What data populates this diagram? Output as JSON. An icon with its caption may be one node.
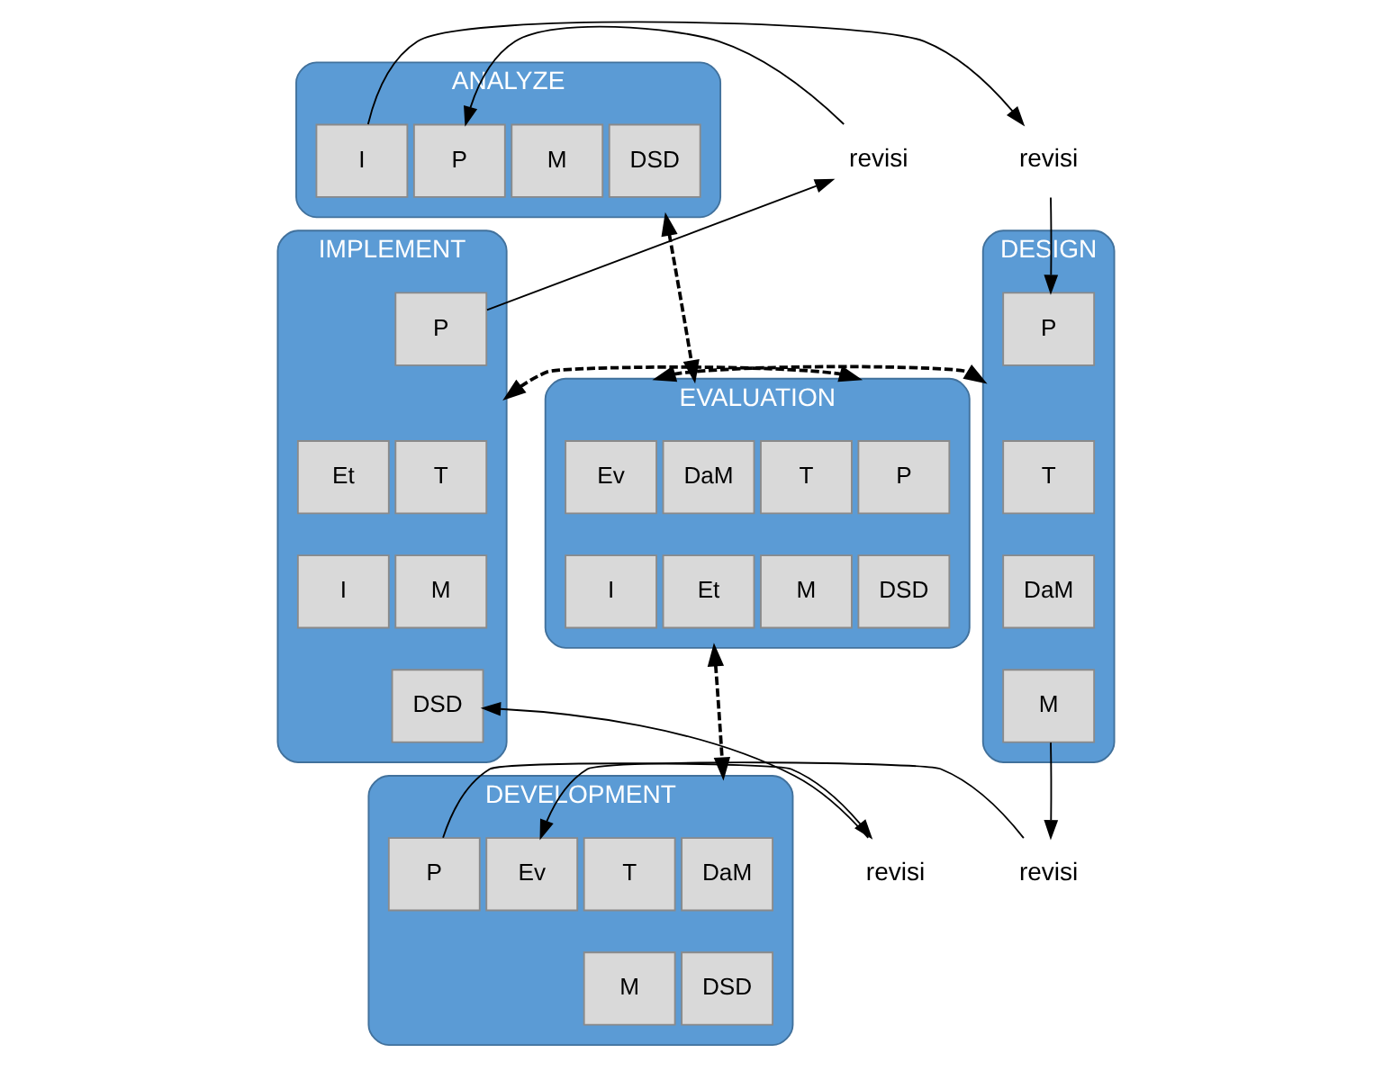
{
  "diagram": {
    "nodes": [
      {
        "text": [
          "ANALYZE"
        ]
      },
      {
        "text": [
          "P"
        ],
        "in": 0
      },
      {
        "text": [
          "M"
        ],
        "in": 0
      },
      {
        "text": [
          "DSD"
        ],
        "in": 0
      },
      {
        "text": [
          "I"
        ],
        "in": 0
      },
      {
        "text": [
          "revisi"
        ]
      },
      {
        "text": [
          "revisi"
        ]
      },
      {
        "text": [
          "IMPLEMENT"
        ]
      },
      {
        "text": [
          "P"
        ],
        "in": 7
      },
      {
        "text": [
          "Et"
        ],
        "in": 7
      },
      {
        "text": [
          "T"
        ],
        "in": 7
      },
      {
        "text": [
          "I"
        ],
        "in": 7
      },
      {
        "text": [
          "M"
        ],
        "in": 7
      },
      {
        "text": [
          "DSD"
        ],
        "in": 7
      },
      {
        "text": [
          "EVALUATION"
        ]
      },
      {
        "text": [
          "P"
        ],
        "in": 14
      },
      {
        "text": [
          "T"
        ],
        "in": 14
      },
      {
        "text": [
          "DaM"
        ],
        "in": 14
      },
      {
        "text": [
          "Ev"
        ],
        "in": 14
      },
      {
        "text": [
          "M"
        ],
        "in": 14
      },
      {
        "text": [
          "DSD"
        ],
        "in": 14
      },
      {
        "text": [
          "Et"
        ],
        "in": 14
      },
      {
        "text": [
          "I"
        ],
        "in": 14
      },
      {
        "text": [
          "DESIGN"
        ]
      },
      {
        "text": [
          "P"
        ],
        "in": 23
      },
      {
        "text": [
          "T"
        ],
        "in": 23
      },
      {
        "text": [
          "DaM"
        ],
        "in": 23
      },
      {
        "text": [
          "M"
        ],
        "in": 23
      },
      {
        "text": [
          "revisi"
        ]
      },
      {
        "text": [
          "revisi"
        ]
      },
      {
        "text": [
          "DEVELOPMENT"
        ]
      },
      {
        "text": [
          "P"
        ],
        "in": 30
      },
      {
        "text": [
          "T"
        ],
        "in": 30
      },
      {
        "text": [
          "DaM"
        ],
        "in": 30
      },
      {
        "text": [
          "Ev"
        ],
        "in": 30
      },
      {
        "text": [
          "M"
        ],
        "in": 30
      },
      {
        "text": [
          "DSD"
        ],
        "in": 30
      }
    ],
    "edges": [
      {
        "from": 5,
        "to": 1,
        "arrow": "to"
      },
      {
        "from": 4,
        "to": 6,
        "arrow": "to"
      },
      {
        "from": 6,
        "to": 24,
        "arrow": "to"
      },
      {
        "from": 27,
        "to": 29,
        "arrow": "to"
      },
      {
        "from": 29,
        "to": 34,
        "arrow": "to"
      },
      {
        "from": 31,
        "to": 28,
        "arrow": "to"
      },
      {
        "from": 28,
        "to": 13,
        "arrow": "to"
      },
      {
        "from": 8,
        "to": 5,
        "arrow": "to"
      },
      {
        "from": 0,
        "to": 14,
        "arrow": "both",
        "style": "dashed"
      },
      {
        "from": 7,
        "to": 14,
        "arrow": "both",
        "style": "dashed"
      },
      {
        "from": 14,
        "to": 23,
        "arrow": "both",
        "style": "dashed"
      },
      {
        "from": 14,
        "to": 30,
        "arrow": "both",
        "style": "dashed"
      }
    ]
  }
}
